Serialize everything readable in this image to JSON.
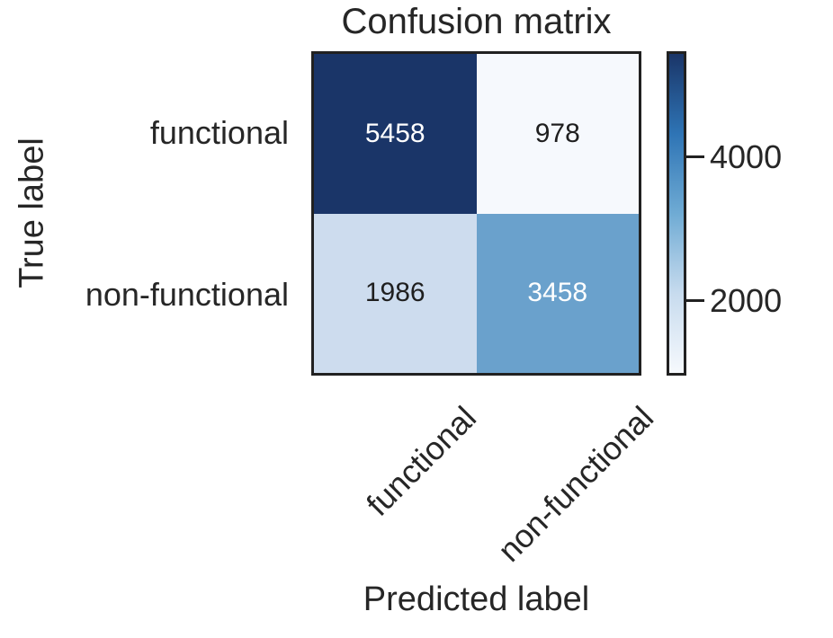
{
  "chart_data": {
    "type": "heatmap",
    "title": "Confusion matrix",
    "xlabel": "Predicted label",
    "ylabel": "True label",
    "x_categories": [
      "functional",
      "non-functional"
    ],
    "y_categories": [
      "functional",
      "non-functional"
    ],
    "values": [
      [
        5458,
        978
      ],
      [
        1986,
        3458
      ]
    ],
    "colormap": "Blues",
    "cell_colors": [
      [
        "#1a3568",
        "#f6f9fd"
      ],
      [
        "#cddcee",
        "#6aa1cc"
      ]
    ],
    "cell_text_colors": [
      [
        "#ffffff",
        "#1f1f1f"
      ],
      [
        "#1f1f1f",
        "#ffffff"
      ]
    ],
    "colorbar": {
      "tick_labels_top_to_bottom": [
        "4000",
        "2000"
      ],
      "vmin": 978,
      "vmax": 5458,
      "gradient_top_to_bottom": [
        "#1a3568",
        "#2e74b5",
        "#6fabd4",
        "#c7dbee",
        "#f6f9fd"
      ]
    },
    "layout": {
      "grid": "off",
      "legend": "none",
      "x_tick_rotation_deg": 45,
      "colorbar_position": "right"
    },
    "accent_colors": {
      "border": "#212121",
      "text": "#262626",
      "background": "#ffffff"
    }
  }
}
